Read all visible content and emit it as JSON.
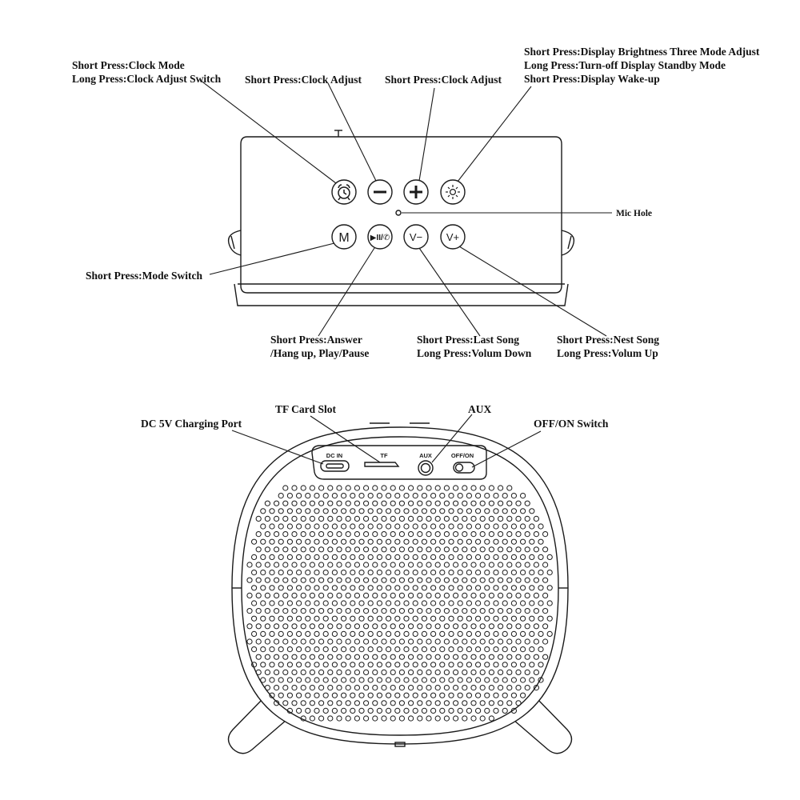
{
  "colors": {
    "line": "#1a1a1a",
    "background": "#ffffff"
  },
  "top_view": {
    "callouts": {
      "clock_mode": {
        "lines": [
          "Short Press:Clock Mode",
          "Long Press:Clock Adjust Switch"
        ]
      },
      "minus": {
        "lines": [
          "Short Press:Clock Adjust"
        ]
      },
      "plus": {
        "lines": [
          "Short Press:Clock Adjust"
        ]
      },
      "brightness": {
        "lines": [
          "Short Press:Display Brightness Three Mode Adjust",
          "Long Press:Turn-off Display Standby Mode",
          "Short Press:Display Wake-up"
        ]
      },
      "mic": {
        "lines": [
          "Mic Hole"
        ]
      },
      "mode": {
        "lines": [
          "Short Press:Mode Switch"
        ]
      },
      "play": {
        "lines": [
          "Short Press:Answer",
          "/Hang up, Play/Pause"
        ]
      },
      "vol_down": {
        "lines": [
          "Short Press:Last Song",
          "Long Press:Volum Down"
        ]
      },
      "vol_up": {
        "lines": [
          "Short Press:Nest Song",
          "Long Press:Volum Up"
        ]
      }
    },
    "buttons": {
      "clock": {
        "icon": "alarm-clock-icon"
      },
      "minus": {
        "icon": "minus-icon"
      },
      "plus": {
        "icon": "plus-icon"
      },
      "brightness": {
        "icon": "sun-icon"
      },
      "mode": {
        "icon": "mode-icon",
        "glyph": "M"
      },
      "play": {
        "icon": "play-pause-call-icon",
        "glyph": "▶II/✆"
      },
      "vol_down": {
        "icon": "volume-down-icon",
        "glyph": "V−"
      },
      "vol_up": {
        "icon": "volume-up-icon",
        "glyph": "V+"
      }
    }
  },
  "back_view": {
    "callouts": {
      "dc_port": {
        "lines": [
          "DC 5V Charging Port"
        ]
      },
      "tf_slot": {
        "lines": [
          "TF Card Slot"
        ]
      },
      "aux": {
        "lines": [
          "AUX"
        ]
      },
      "switch": {
        "lines": [
          "OFF/ON Switch"
        ]
      }
    },
    "port_labels": {
      "dc": "DC IN",
      "tf": "TF",
      "aux": "AUX",
      "switch": "OFF/ON"
    }
  }
}
